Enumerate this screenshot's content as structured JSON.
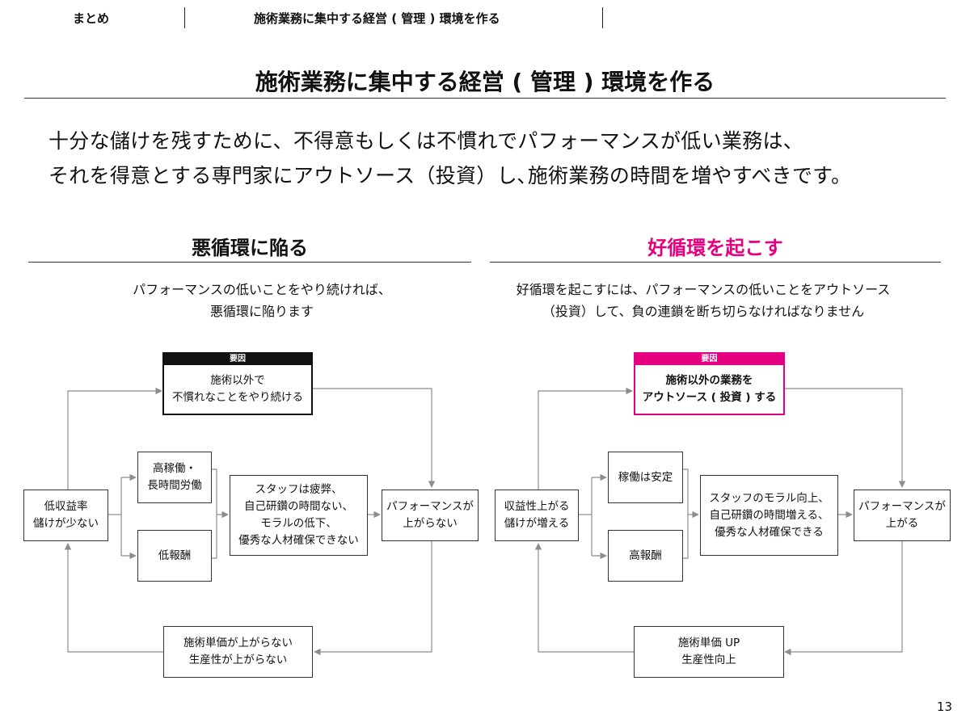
{
  "header": {
    "section": "まとめ",
    "topic": "施術業務に集中する経営 ( 管理 ) 環境を作る"
  },
  "title": "施術業務に集中する経営 ( 管理 ) 環境を作る",
  "lead": {
    "line1": "十分な儲けを残すために、不得意もしくは不慣れでパフォーマンスが低い業務は、",
    "line2": "それを得意とする専門家にアウトソース（投資）し､施術業務の時間を増やすべきです。"
  },
  "accent_color": "#e4007f",
  "vicious": {
    "title": "悪循環に陥る",
    "desc1": "パフォーマンスの低いことをやり続ければ、",
    "desc2": "悪循環に陥ります",
    "key_label": "要因",
    "key": "施術以外で\n不慣れなことをやり続ける",
    "start": "低収益率\n儲けが少ない",
    "upper": "高稼働・\n長時間労働",
    "lower": "低報酬",
    "middle": "スタッフは疲弊、\n自己研鑽の時間ない、\nモラルの低下、\n優秀な人材確保できない",
    "perf": "パフォーマンスが\n上がらない",
    "bottom": "施術単価が上がらない\n生産性が上がらない"
  },
  "virtuous": {
    "title": "好循環を起こす",
    "desc1": "好循環を起こすには、パフォーマンスの低いことをアウトソース",
    "desc2": "（投資）して、負の連鎖を断ち切らなければなりません",
    "key_label": "要因",
    "key": "施術以外の業務を\nアウトソース ( 投資 ) する",
    "start": "収益性上がる\n儲けが増える",
    "upper": "稼働は安定",
    "lower": "高報酬",
    "middle": "スタッフのモラル向上、\n自己研鑽の時間増える、\n優秀な人材確保できる",
    "perf": "パフォーマンスが\n上がる",
    "bottom": "施術単価 UP\n生産性向上"
  },
  "page_number": "13"
}
